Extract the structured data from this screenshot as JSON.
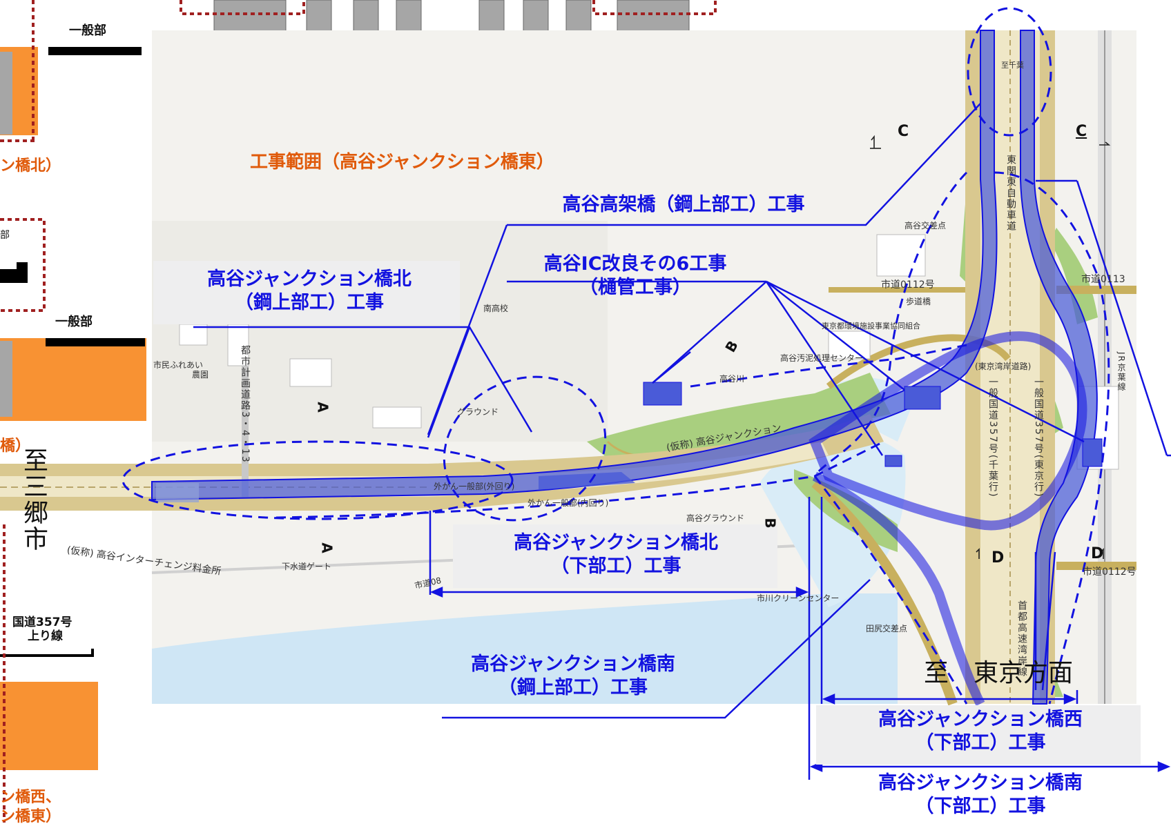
{
  "colors": {
    "project_blue": "#1212e0",
    "highlight_fill": "#4a5bd8",
    "orange_ground": "#f89233",
    "pier_gray": "#a6a6a6",
    "map_green": "#a9cf7f",
    "map_river": "#cfe6f5",
    "road_tan": "#c8b05e",
    "dotted_red": "#a02020"
  },
  "top_left": {
    "ippanbu_1": "一般部",
    "ippanbu_2": "一般部",
    "caption_north_partial": "ン橋北）",
    "caption_partial_2": "橋）",
    "label_bu": "部",
    "route357_line1": "国道357号",
    "route357_line2": "上り線",
    "caption_west_line1": "ン橋西、",
    "caption_west_line2": "ン橋東）"
  },
  "top_center": {
    "caption": "工事範囲（高谷ジャンクション橋東）"
  },
  "labels": {
    "koya_viaduct": "高谷高架橋（鋼上部工）工事",
    "koya_ic": "高谷IC改良その6工事",
    "koya_ic_sub": "（樋管工事）",
    "jct_north_steel_1": "高谷ジャンクション橋北",
    "jct_north_steel_2": "（鋼上部工）工事",
    "jct_north_sub_1": "高谷ジャンクション橋北",
    "jct_north_sub_2": "（下部工）工事",
    "jct_south_steel_1": "高谷ジャンクション橋南",
    "jct_south_steel_2": "（鋼上部工）工事",
    "jct_west_sub_1": "高谷ジャンクション橋西",
    "jct_west_sub_2": "（下部工）工事",
    "jct_south_sub_1": "高谷ジャンクション橋南",
    "jct_south_sub_2": "（下部工）工事"
  },
  "directions": {
    "to_misato": "至三郷市",
    "to_tokyo": "至　東京方面"
  },
  "section_marks": {
    "c_left": "C",
    "c_right": "C",
    "a_top": "A",
    "a_bottom": "A",
    "b_top": "B",
    "b_bottom": "B",
    "d_left": "D",
    "d_right": "D"
  },
  "map": {
    "shido_0112": "市道0112号",
    "shido_0113": "市道0113",
    "hodokyo": "歩道橋",
    "koya_kosaten": "高谷交差点",
    "tokyo_kyokai": "東京都環境施設事業協同組合",
    "koya_osui": "高谷汚泥処理センター",
    "koya_river": "高谷川",
    "ground": "グラウンド",
    "jct_name": "(仮称) 高谷ジャンクション",
    "gaikan_outer": "外かん一般部(外回り)",
    "gaikan_inner": "外かん一般部(内回り)",
    "koya_ground": "高谷グラウンド",
    "koya_ic_tollgate": "(仮称) 高谷インターチェンジ料金所",
    "gesuido_gate": "下水道ゲート",
    "shido_08": "市道08",
    "ichikawa_clean": "市川クリーンセンター",
    "tajiri_kosaten": "田尻交差点",
    "shimin_farm_1": "市民ふれあい",
    "shimin_farm_2": "農園",
    "minami_school": "南高校",
    "toshi_keikaku": "都市計画道路3・4・13",
    "kanto_exp": "東関東自動車道",
    "wangan_road": "(東京湾岸道路)",
    "r357_chiba": "一般国道357号(千葉行)",
    "r357_tokyo": "一般国道357号(東京行)",
    "shuto_exp": "首都高速湾岸線",
    "keiyo_line": "JR京葉線",
    "to_chiba": "至千葉",
    "shido_0112_d": "市道0112号"
  }
}
